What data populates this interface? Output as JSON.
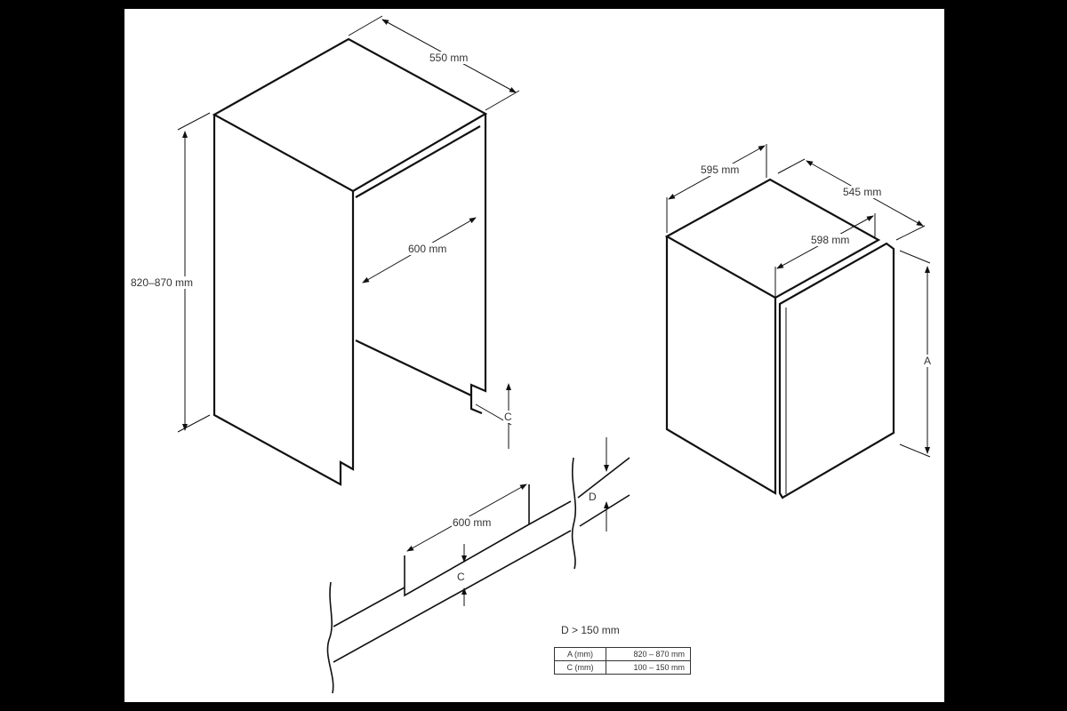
{
  "cabinet": {
    "depth_label": "550 mm",
    "height_label": "820–870 mm",
    "opening_width_label": "600 mm",
    "plinth_label": "C"
  },
  "appliance": {
    "width_label": "595 mm",
    "depth_label": "545 mm",
    "door_width_label": "598 mm",
    "height_label": "A"
  },
  "plinth_detail": {
    "cutout_width_label": "600 mm",
    "cutout_height_label": "C",
    "plinth_height_label": "D",
    "note": "D > 150 mm"
  },
  "table": {
    "rows": [
      {
        "key": "A (mm)",
        "value": "820 – 870 mm"
      },
      {
        "key": "C (mm)",
        "value": "100 – 150 mm"
      }
    ]
  }
}
